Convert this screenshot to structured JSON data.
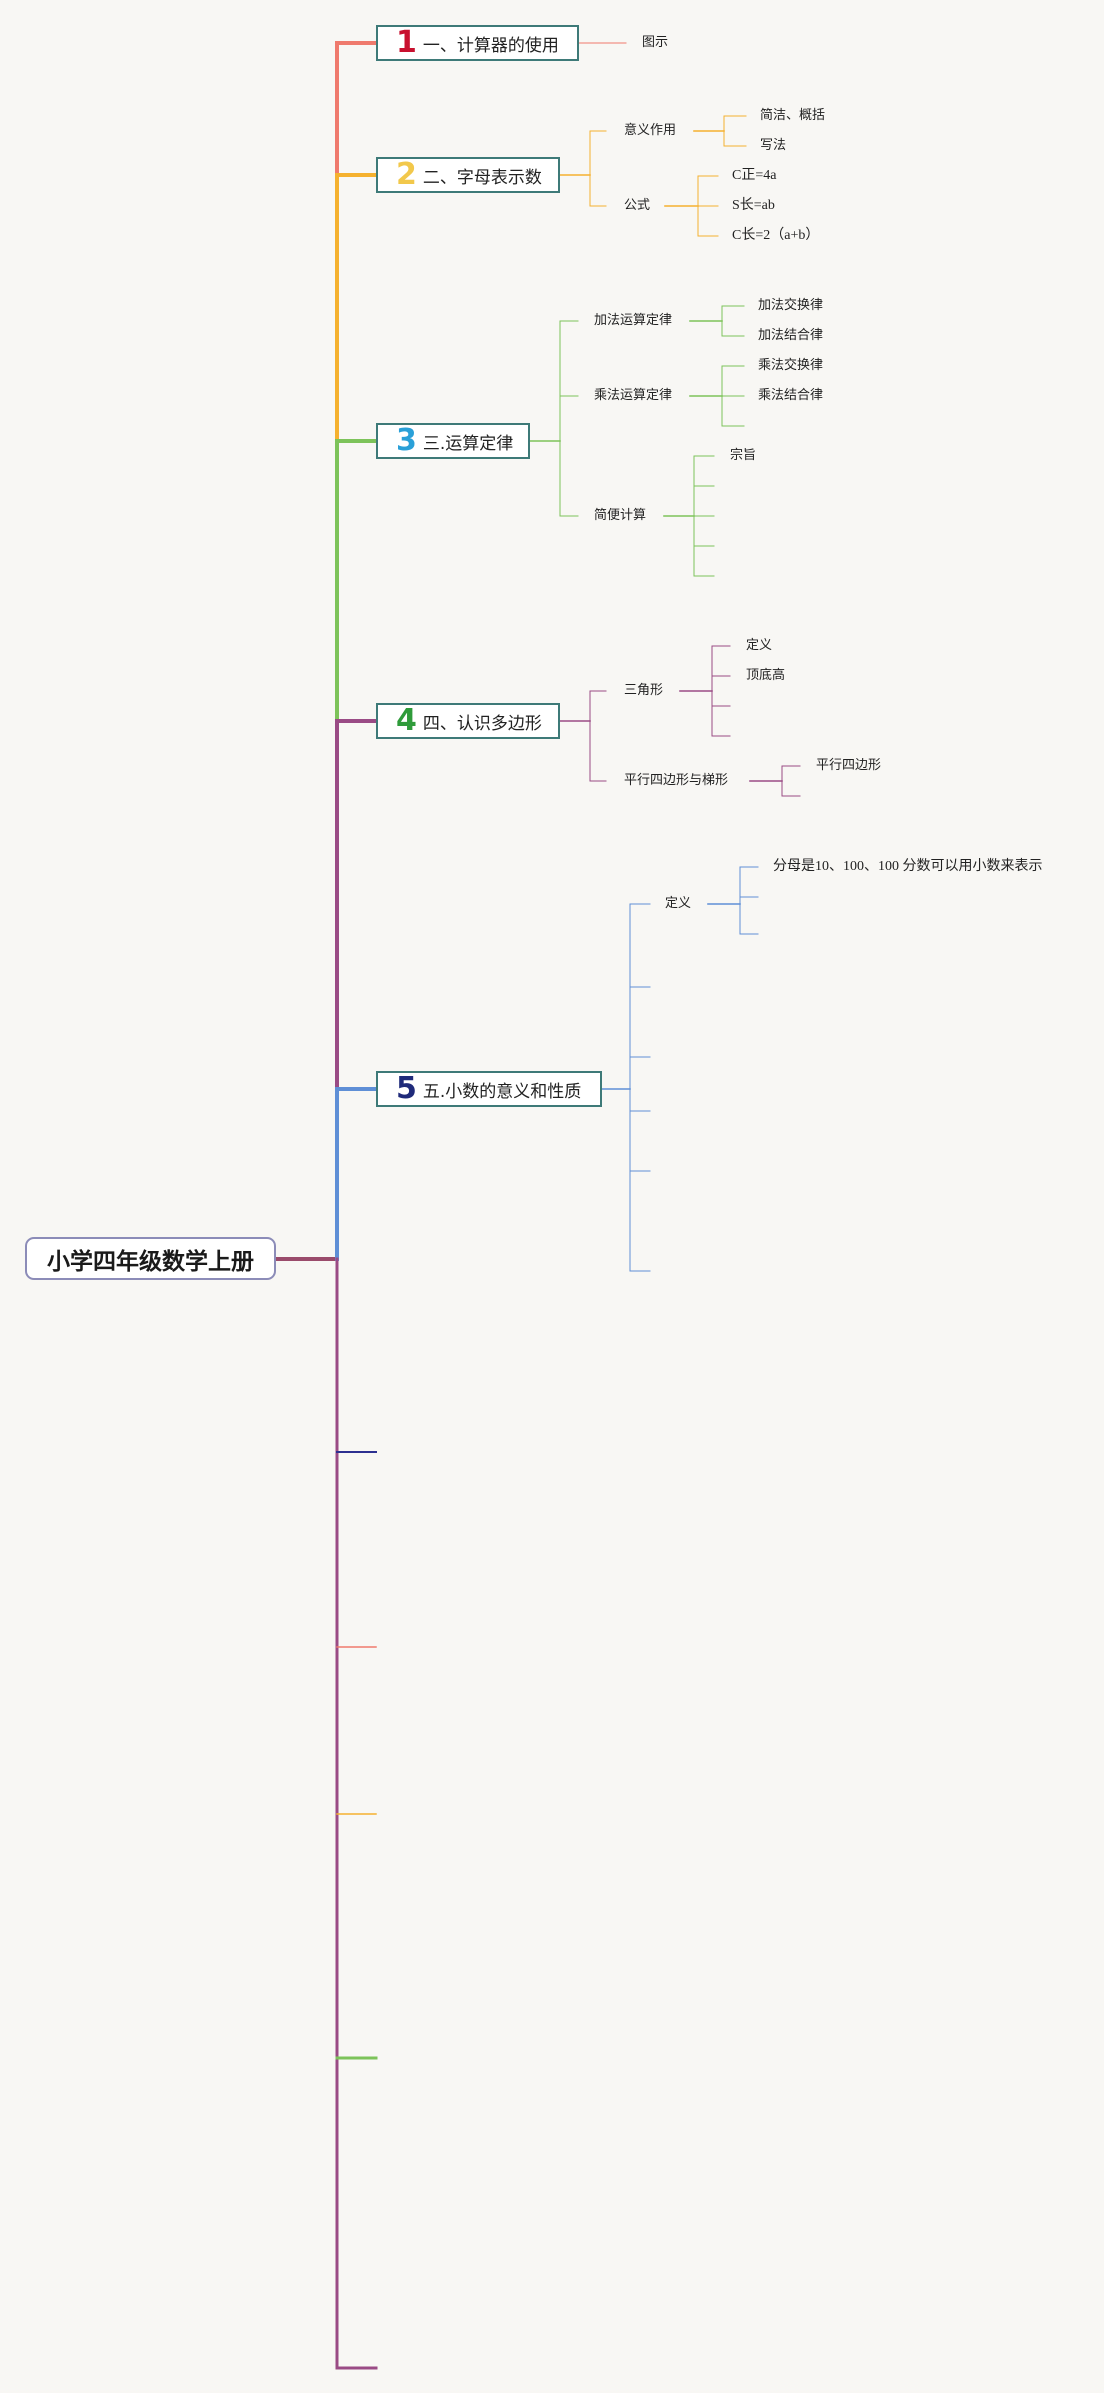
{
  "root": {
    "title": "小学四年级数学上册"
  },
  "colors": {
    "red": "#ef7a6d",
    "orange": "#f5b12f",
    "green": "#7dc35a",
    "purple": "#9a4b85",
    "blue": "#5f8fd6",
    "navy": "#2d3090",
    "root_line": "#9a4b6b"
  },
  "topics": [
    {
      "number": "1",
      "number_color": "#c8102e",
      "label": "一、计算器的使用",
      "branches": [
        {
          "label": "图示"
        }
      ]
    },
    {
      "number": "2",
      "number_color": "#f2c84b",
      "label": "二、字母表示数",
      "branches": [
        {
          "label": "意义作用",
          "leaves": [
            "简洁、概括",
            "写法"
          ]
        },
        {
          "label": "公式",
          "leaves": [
            "C正=4a",
            "S长=ab",
            "C长=2（a+b）"
          ]
        }
      ]
    },
    {
      "number": "3",
      "number_color": "#2aa0d8",
      "label": "三.运算定律",
      "branches": [
        {
          "label": "加法运算定律",
          "leaves": [
            "加法交换律",
            "加法结合律"
          ]
        },
        {
          "label": "乘法运算定律",
          "leaves": [
            "乘法交换律",
            "乘法结合律",
            ""
          ]
        },
        {
          "label": "简便计算",
          "leaves": [
            "宗旨",
            "",
            "",
            "",
            ""
          ]
        }
      ]
    },
    {
      "number": "4",
      "number_color": "#2f9b3a",
      "label": "四、认识多边形",
      "branches": [
        {
          "label": "三角形",
          "leaves": [
            "定义",
            "顶底高",
            "",
            ""
          ]
        },
        {
          "label": "平行四边形与梯形",
          "leaves": [
            "平行四边形",
            ""
          ]
        }
      ]
    },
    {
      "number": "5",
      "number_color": "#1f2a7a",
      "label": "五.小数的意义和性质",
      "branches": [
        {
          "label": "定义",
          "leaves": [
            "分母是10、100、100 分数可以用小数来表示",
            "",
            ""
          ]
        },
        {
          "label": ""
        },
        {
          "label": ""
        },
        {
          "label": ""
        },
        {
          "label": ""
        },
        {
          "label": ""
        }
      ]
    }
  ]
}
